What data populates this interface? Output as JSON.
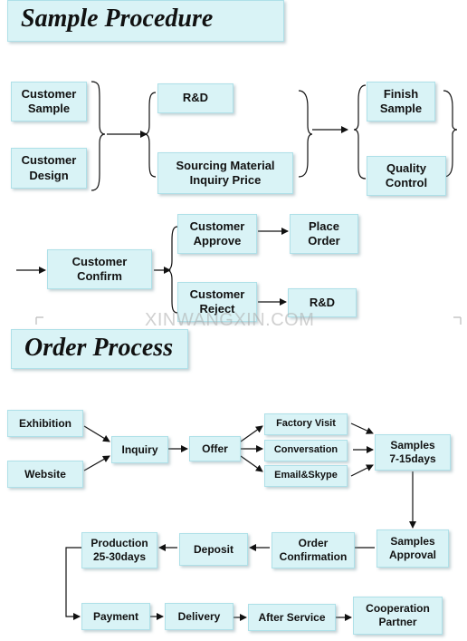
{
  "sample": {
    "title": "Sample Procedure",
    "customer_sample": "Customer\nSample",
    "customer_design": "Customer\nDesign",
    "rd": "R&D",
    "sourcing": "Sourcing Material\nInquiry Price",
    "finish_sample": "Finish\nSample",
    "quality_control": "Quality\nControl",
    "customer_confirm": "Customer\nConfirm",
    "customer_approve": "Customer\nApprove",
    "place_order": "Place\nOrder",
    "customer_reject": "Customer\nReject",
    "rd2": "R&D"
  },
  "watermark": "XINWANGXIN.COM",
  "order": {
    "title": "Order Process",
    "exhibition": "Exhibition",
    "website": "Website",
    "inquiry": "Inquiry",
    "offer": "Offer",
    "factory_visit": "Factory Visit",
    "conversation": "Conversation",
    "email_skype": "Email&Skype",
    "samples": "Samples\n7-15days",
    "samples_approval": "Samples\nApproval",
    "order_confirmation": "Order\nConfirmation",
    "deposit": "Deposit",
    "production": "Production\n25-30days",
    "payment": "Payment",
    "delivery": "Delivery",
    "after_service": "After Service",
    "cooperation": "Cooperation\nPartner"
  },
  "colors": {
    "box_fill": "#d9f3f6",
    "box_border": "#aee0e8",
    "text": "#111111"
  }
}
